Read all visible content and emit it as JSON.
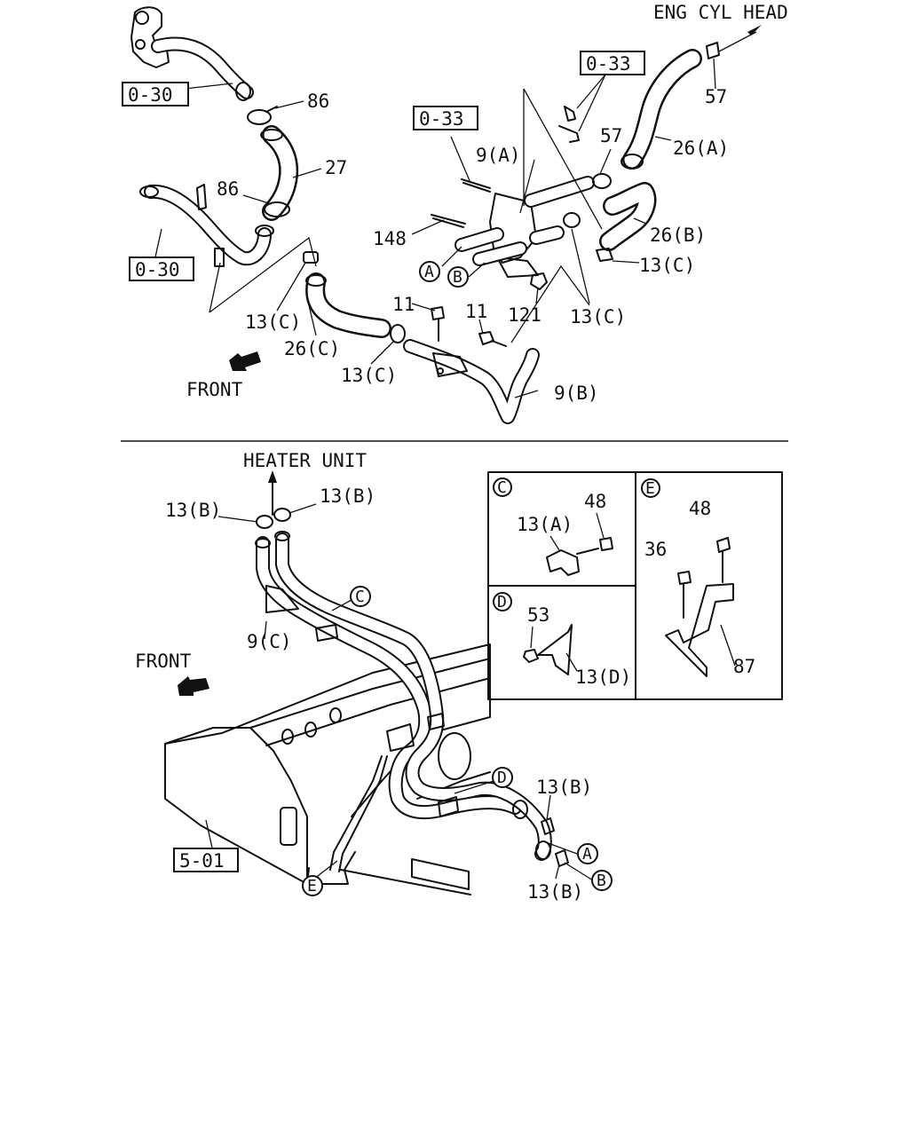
{
  "top": {
    "eng_cyl_head": "ENG CYL HEAD",
    "front": "FRONT",
    "ref_030_upper": "0-30",
    "ref_030_lower": "0-30",
    "ref_033_left": "0-33",
    "ref_033_right": "0-33",
    "labels": {
      "p86a": "86",
      "p27": "27",
      "p86b": "86",
      "p13c_left": "13(C)",
      "p26c": "26(C)",
      "p13c_mid": "13(C)",
      "p148": "148",
      "p9a": "9(A)",
      "p57a": "57",
      "p57b": "57",
      "p26a": "26(A)",
      "p26b": "26(B)",
      "p13c_right": "13(C)",
      "p11a": "11",
      "p11b": "11",
      "p121": "121",
      "p13c_right2": "13(C)",
      "p9b": "9(B)"
    },
    "callouts": {
      "a": "A",
      "b": "B"
    }
  },
  "bottom": {
    "heater_unit": "HEATER UNIT",
    "front": "FRONT",
    "ref_501": "5-01",
    "labels": {
      "p13b_left": "13(B)",
      "p13b_right": "13(B)",
      "p9c": "9(C)",
      "p13b_lower1": "13(B)",
      "p13b_lower2": "13(B)"
    },
    "callouts": {
      "c": "C",
      "d": "D",
      "e": "E",
      "a": "A",
      "b": "B"
    }
  },
  "details": {
    "c": {
      "tag": "C",
      "p48": "48",
      "p13a": "13(A)"
    },
    "d": {
      "tag": "D",
      "p53": "53",
      "p13d": "13(D)"
    },
    "e": {
      "tag": "E",
      "p48": "48",
      "p36": "36",
      "p87": "87"
    }
  }
}
